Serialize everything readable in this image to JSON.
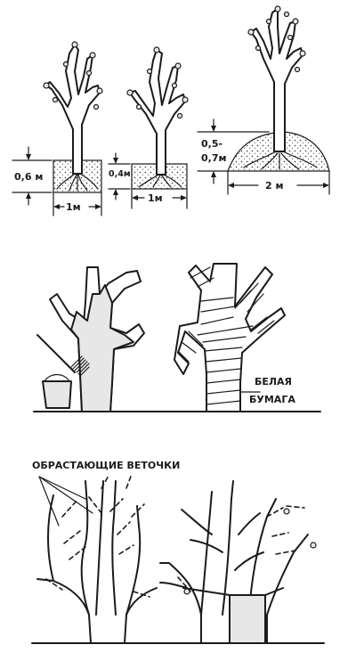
{
  "panel_planting": {
    "depth_a": "0,6 м",
    "depth_b": "0,4м",
    "depth_c_line1": "0,5-",
    "depth_c_line2": "0,7м",
    "width_a": "1м",
    "width_b": "1м",
    "width_c": "2 м"
  },
  "panel_whitewash": {
    "paper_line1": "БЕЛАЯ",
    "paper_line2": "БУМАГА"
  },
  "panel_pruning": {
    "caption": "ОБРАСТАЮЩИЕ ВЕТОЧКИ"
  }
}
